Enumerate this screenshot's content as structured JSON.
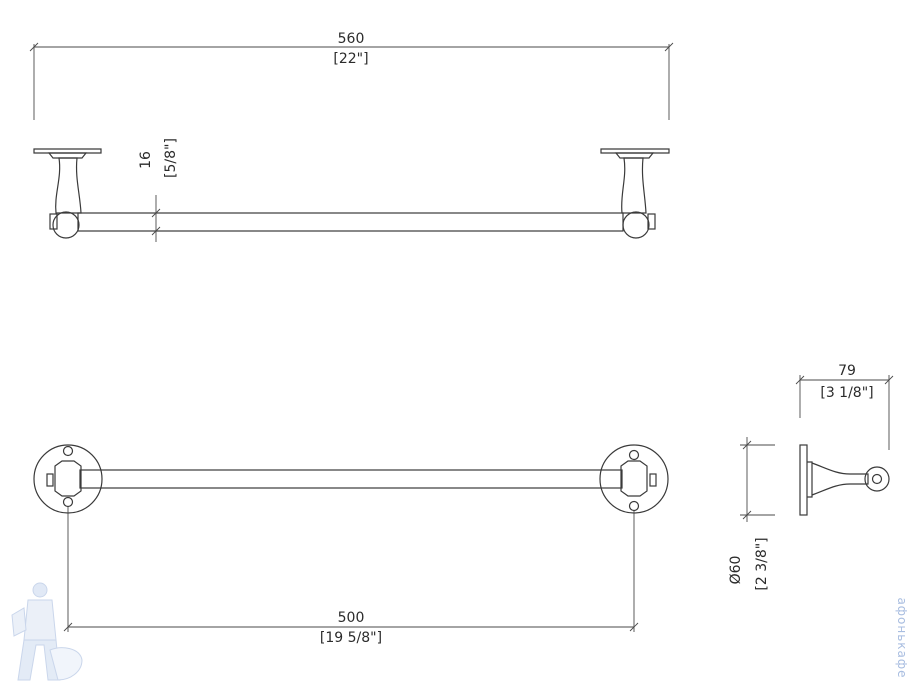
{
  "dimensions": {
    "overall_length": {
      "mm": "560",
      "inch": "[22\"]"
    },
    "bar_diameter": {
      "mm": "16",
      "inch": "[5/8\"]"
    },
    "mount_spacing": {
      "mm": "500",
      "inch": "[19 5/8\"]"
    },
    "projection": {
      "mm": "79",
      "inch": "[3 1/8\"]"
    },
    "base_diameter": {
      "mm": "Ø60",
      "inch": "[2 3/8\"]"
    }
  },
  "watermark": {
    "text": "афонькафе",
    "icon": "plumber-mascot-icon"
  },
  "colors": {
    "line": "#3a3a3a",
    "watermark": "#a8bde0"
  }
}
